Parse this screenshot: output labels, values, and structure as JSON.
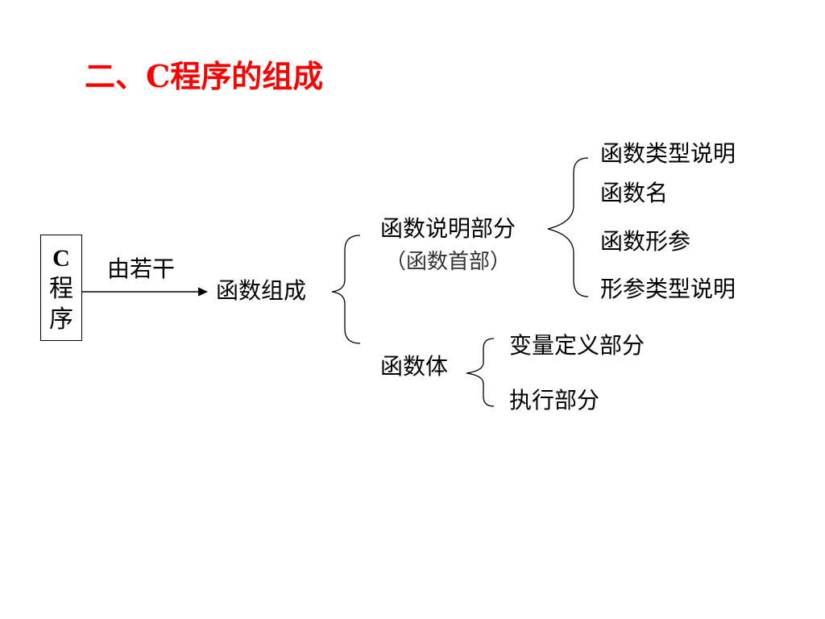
{
  "title": "二、C程序的组成",
  "c_program_box": {
    "chars": [
      "C",
      "程",
      "序"
    ]
  },
  "arrow_label": "由若干",
  "function_composition": "函数组成",
  "declaration_part": {
    "label": "函数说明部分",
    "sub": "（函数首部）"
  },
  "declaration_items": [
    "函数类型说明",
    "函数名",
    "函数形参",
    "形参类型说明"
  ],
  "body_part": {
    "label": "函数体"
  },
  "body_items": [
    "变量定义部分",
    "执行部分"
  ],
  "colors": {
    "title": "#ff0000",
    "text": "#000000"
  }
}
